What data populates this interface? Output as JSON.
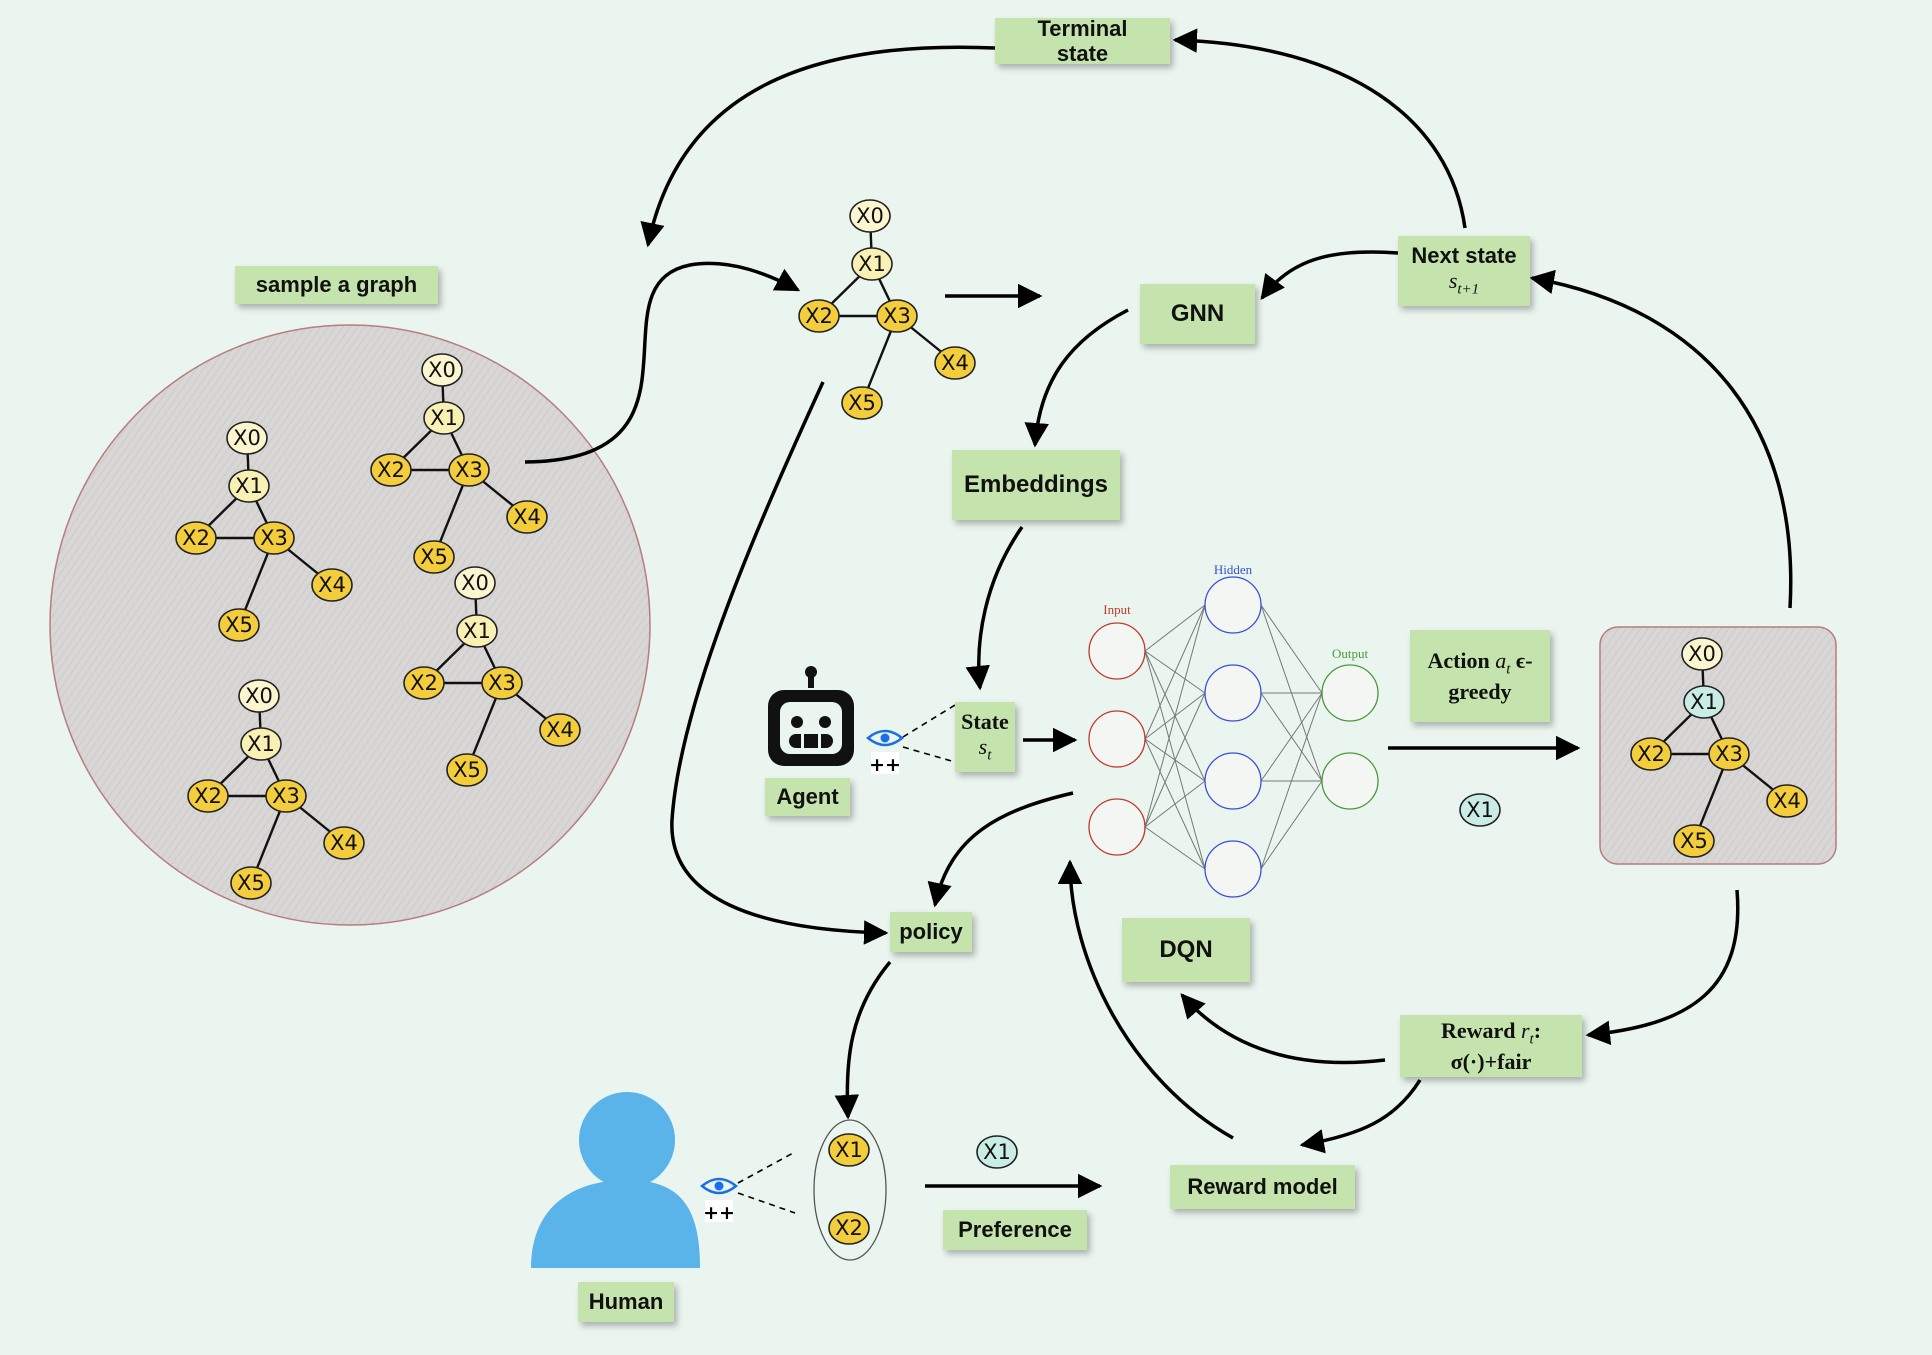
{
  "labels": {
    "terminal_state": "Terminal state",
    "sample_graph": "sample a graph",
    "next_state": "Next state",
    "next_state_math": "s_{t+1}",
    "gnn": "GNN",
    "embeddings": "Embeddings",
    "state": "State",
    "state_math": "s_t",
    "agent": "Agent",
    "action": "Action a_t ϵ-greedy",
    "reward": "Reward r_t:",
    "reward_formula": "σ(·)+fair",
    "dqn": "DQN",
    "policy": "policy",
    "preference": "Preference",
    "reward_model": "Reward model",
    "human": "Human",
    "plusplus": "++"
  },
  "graph_nodes": [
    "X0",
    "X1",
    "X2",
    "X3",
    "X4",
    "X5"
  ],
  "selected_action": "X1",
  "preference_pair": [
    "X1",
    "X2"
  ],
  "preferred": "X1",
  "nn": {
    "input_label": "Input",
    "hidden_label": "Hidden",
    "output_label": "Output",
    "input_count": 3,
    "hidden_count": 4,
    "output_count": 2
  },
  "colors": {
    "background": "#ebf5ef",
    "label_box": "#c4e3ad",
    "node_yellow": "#f4cd3c",
    "node_pale": "#f9f1b4",
    "node_light": "#fbf6cf",
    "node_selected": "#c9ece4",
    "agent_icon": "#111111",
    "human_icon": "#5ab4ea",
    "eye": "#1a6fe8",
    "input_color": "#c0392b",
    "hidden_color": "#3a4fd6",
    "output_color": "#4a9a3a"
  }
}
